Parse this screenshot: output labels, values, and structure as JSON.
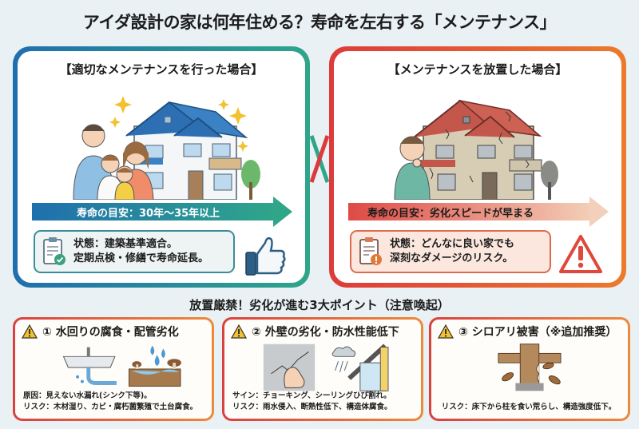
{
  "header": {
    "title": "アイダ設計の家は何年住める？寿命を左右する「メンテナンス」"
  },
  "panels": {
    "good": {
      "title": "【適切なメンテナンスを行った場合】",
      "arrow_label": "寿命の目安：30年～35年以上",
      "status_line1": "状態：建築基準適合。",
      "status_line2": "定期点検・修繕で寿命延長。",
      "accent_start": "#1f6fae",
      "accent_end": "#2fa58a",
      "side_icon": "thumbs-up-icon"
    },
    "bad": {
      "title": "【メンテナンスを放置した場合】",
      "arrow_label": "寿命の目安：劣化スピードが早まる",
      "status_line1": "状態：どんなに良い家でも",
      "status_line2": "深刻なダメージのリスク。",
      "accent_start": "#dd3b3b",
      "accent_end": "#ec7a2c",
      "side_icon": "warning-icon"
    }
  },
  "points": {
    "title": "放置厳禁！劣化が進む3大ポイント（注意喚起）",
    "cards": [
      {
        "heading": "① 水回りの腐食・配管劣化",
        "line1": "原因：見えない水漏れ(シンク下等)。",
        "line2": "リスク：木材湿り、カビ・腐朽菌繁殖で土台腐食。"
      },
      {
        "heading": "② 外壁の劣化・防水性能低下",
        "line1": "サイン：チョーキング、シーリングひび割れ。",
        "line2": "リスク：雨水侵入、断熱性低下、構造体腐食。"
      },
      {
        "heading": "③ シロアリ被害（※追加推奨）",
        "line1": "リスク：床下から柱を食い荒らし、構造強度低下。"
      }
    ]
  }
}
